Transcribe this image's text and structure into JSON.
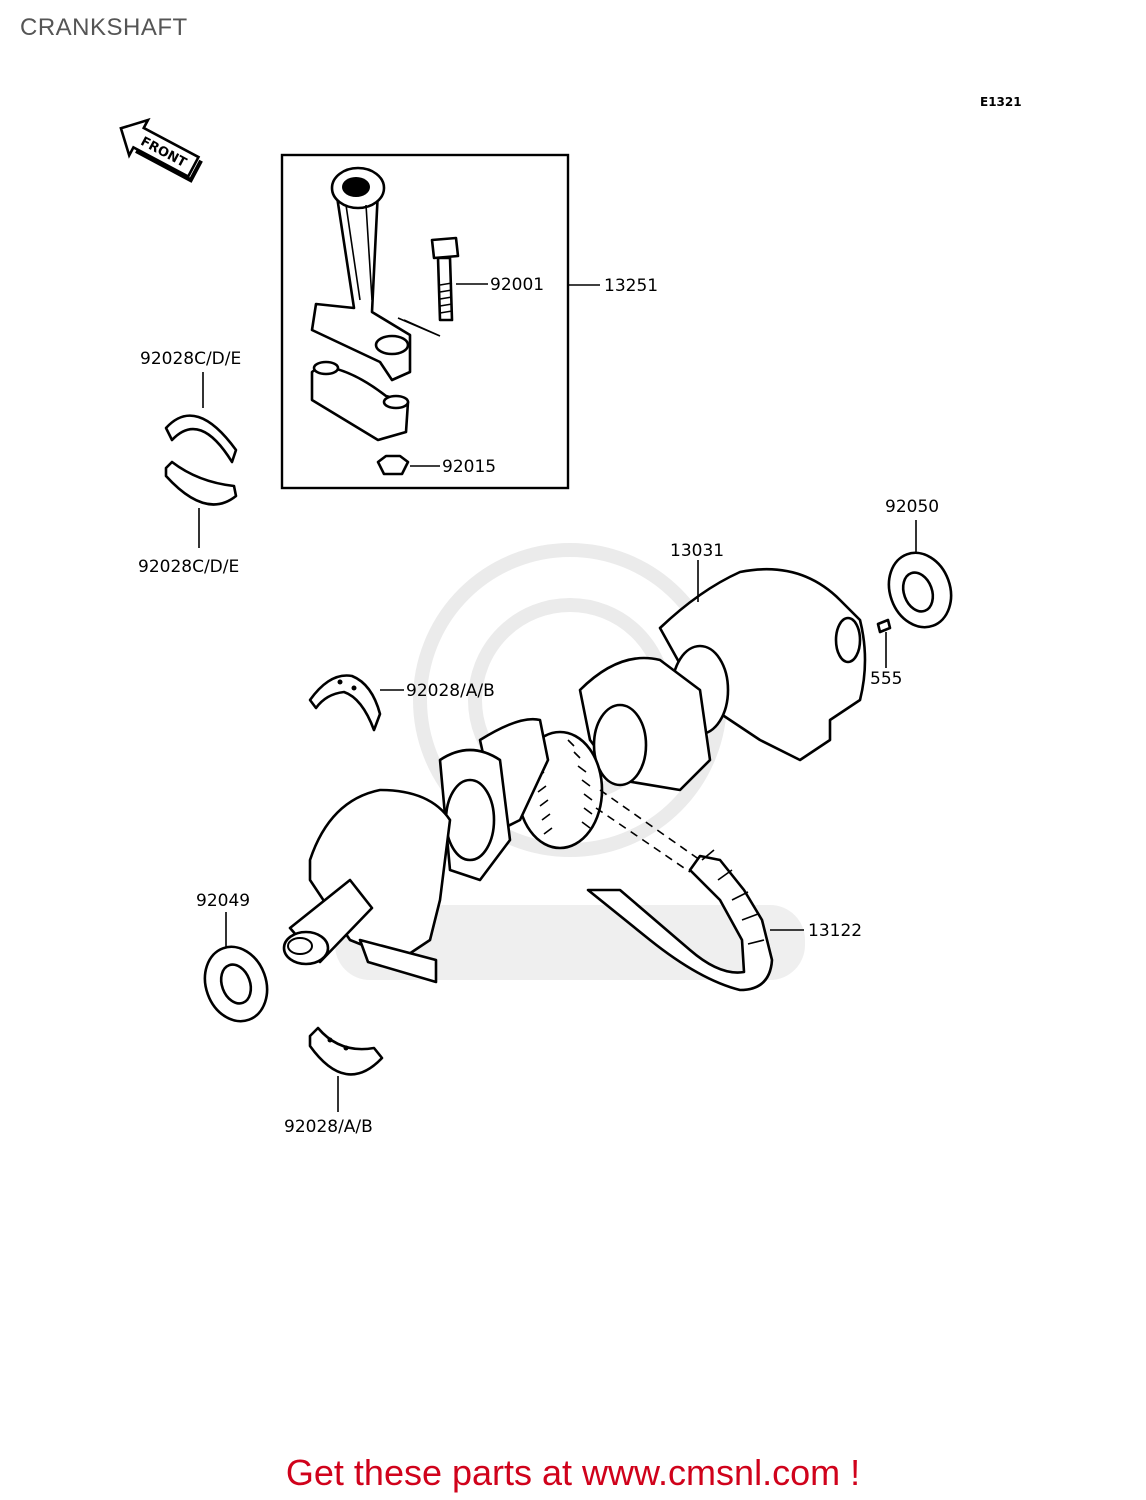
{
  "title": "CRANKSHAFT",
  "diagram_code": "E1321",
  "front_label": "FRONT",
  "callouts": {
    "con_rod_bolt": "92001",
    "con_rod_assembly": "13251",
    "con_rod_nut": "92015",
    "bearing_upper": "92028C/D/E",
    "bearing_lower": "92028C/D/E",
    "crankshaft": "13031",
    "oil_seal_right": "92050",
    "pin": "555",
    "main_bearing_upper": "92028/A/B",
    "oil_seal_left": "92049",
    "cam_chain": "13122",
    "main_bearing_lower": "92028/A/B"
  },
  "footer": "Get these parts at www.cmsnl.com !",
  "colors": {
    "footer": "#d0021b",
    "title": "#555555",
    "watermark": "#ebebeb"
  }
}
